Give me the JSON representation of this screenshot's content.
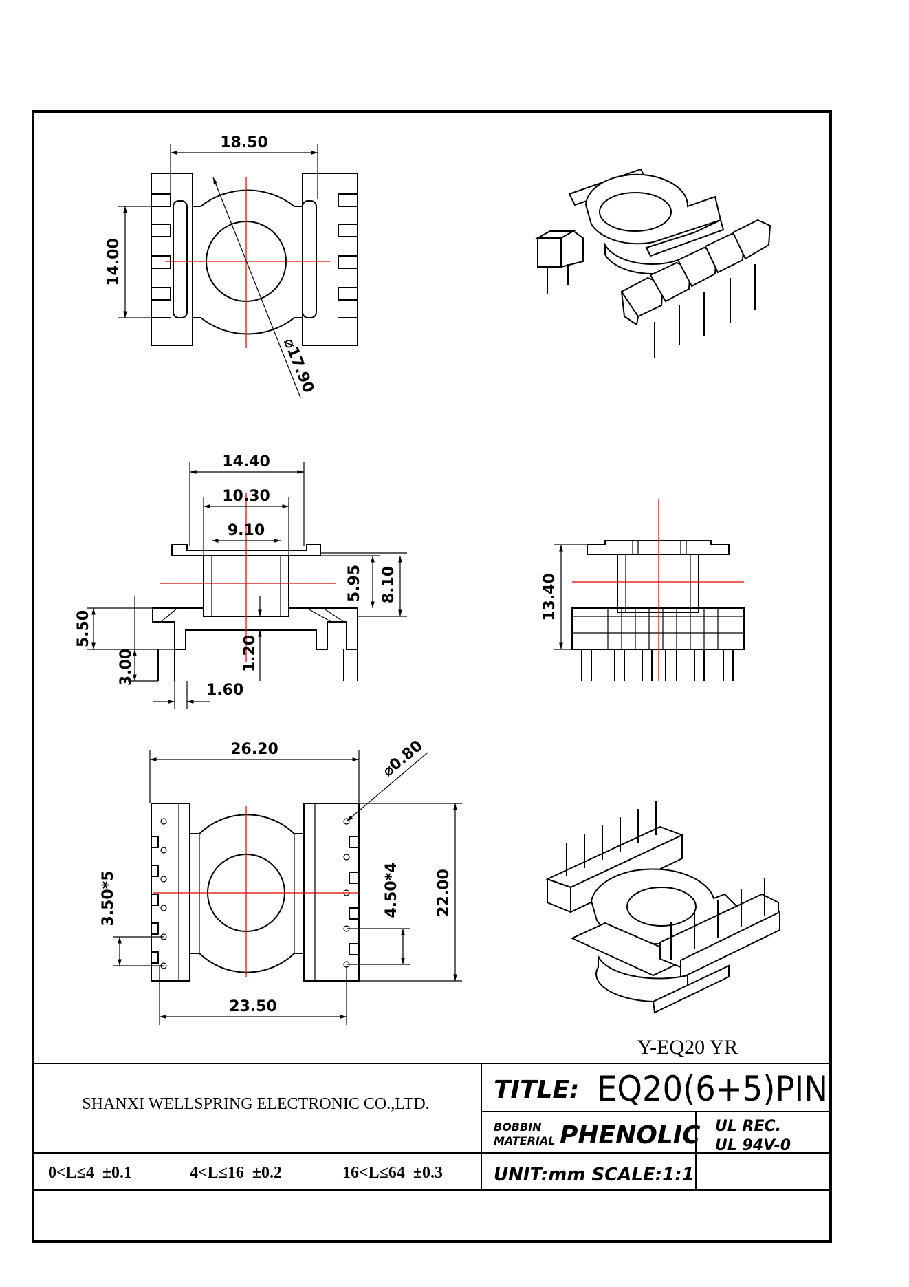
{
  "drawing": {
    "model_label": "Y-EQ20 YR",
    "dimensions": {
      "top_view_width": "18.50",
      "top_view_height": "14.00",
      "top_view_diameter": "⌀17.90",
      "side_overall": "14.40",
      "side_inner": "10.30",
      "side_core": "9.10",
      "side_flange_height": "5.95",
      "side_total_height": "8.10",
      "side_base_height": "5.50",
      "side_pin_length": "3.00",
      "side_gap": "1.20",
      "side_pin_offset": "1.60",
      "front_height": "13.40",
      "bottom_width": "26.20",
      "bottom_pin_diameter": "⌀0.80",
      "bottom_pitch_left": "3.50*5",
      "bottom_pitch_right": "4.50*4",
      "bottom_height": "22.00",
      "bottom_pin_span": "23.50"
    }
  },
  "title_block": {
    "company": "SHANXI WELLSPRING ELECTRONIC CO.,LTD.",
    "title_label": "TITLE:",
    "title_value": "EQ20(6+5)PIN",
    "material_label_1": "BOBBIN",
    "material_label_2": "MATERIAL",
    "material_value": "PHENOLIC",
    "ul_rec": "UL REC.",
    "ul_grade": "UL 94V-0",
    "tolerance_1": "0<L≤4  ±0.1",
    "tolerance_2": "4<L≤16  ±0.2",
    "tolerance_3": "16<L≤64  ±0.3",
    "unit_scale": "UNIT:mm SCALE:1:1"
  },
  "colors": {
    "line": "#000000",
    "centerline": "#e00000",
    "background": "#ffffff"
  }
}
